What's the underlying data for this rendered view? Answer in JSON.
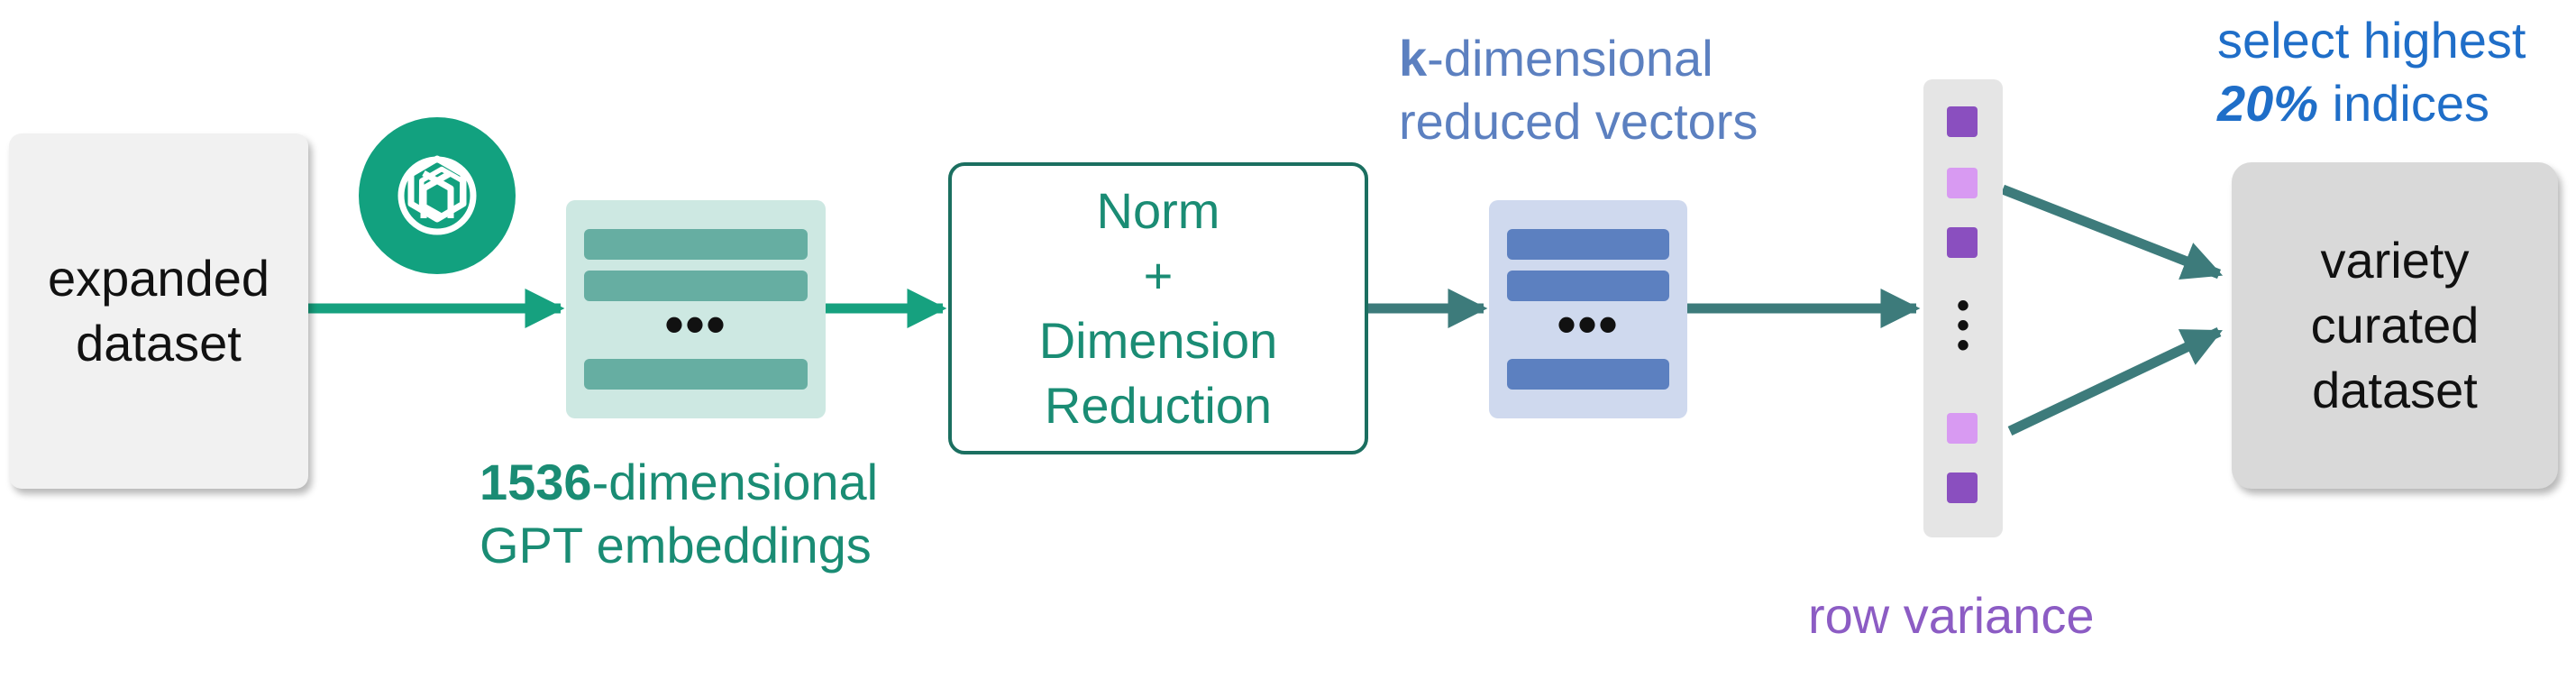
{
  "nodes": {
    "input": [
      "expanded",
      "dataset"
    ],
    "process": [
      "Norm",
      "+",
      "Dimension",
      "Reduction"
    ],
    "output": [
      "variety",
      "curated",
      "dataset"
    ]
  },
  "labels": {
    "embeddings": {
      "bold": "1536",
      "rest": "-dimensional",
      "line2": "GPT embeddings"
    },
    "reduced": {
      "bold": "k",
      "rest": "-dimensional",
      "line2": "reduced vectors"
    },
    "variance": "row variance",
    "select": {
      "line1": "select highest",
      "emphasis": "20%",
      "rest": " indices"
    }
  },
  "symbols": {
    "ellipsis": "•••",
    "vertical_ellipsis": "•\n•\n•"
  },
  "icons": {
    "model_logo": "openai-logo-icon"
  },
  "colors": {
    "teal": "#12a17f",
    "dark_teal": "#3d7b7b",
    "blue": "#5c80c0",
    "purple_dark": "#8a4fbf",
    "purple_light": "#d89af2",
    "select_blue": "#1f6ec8"
  }
}
